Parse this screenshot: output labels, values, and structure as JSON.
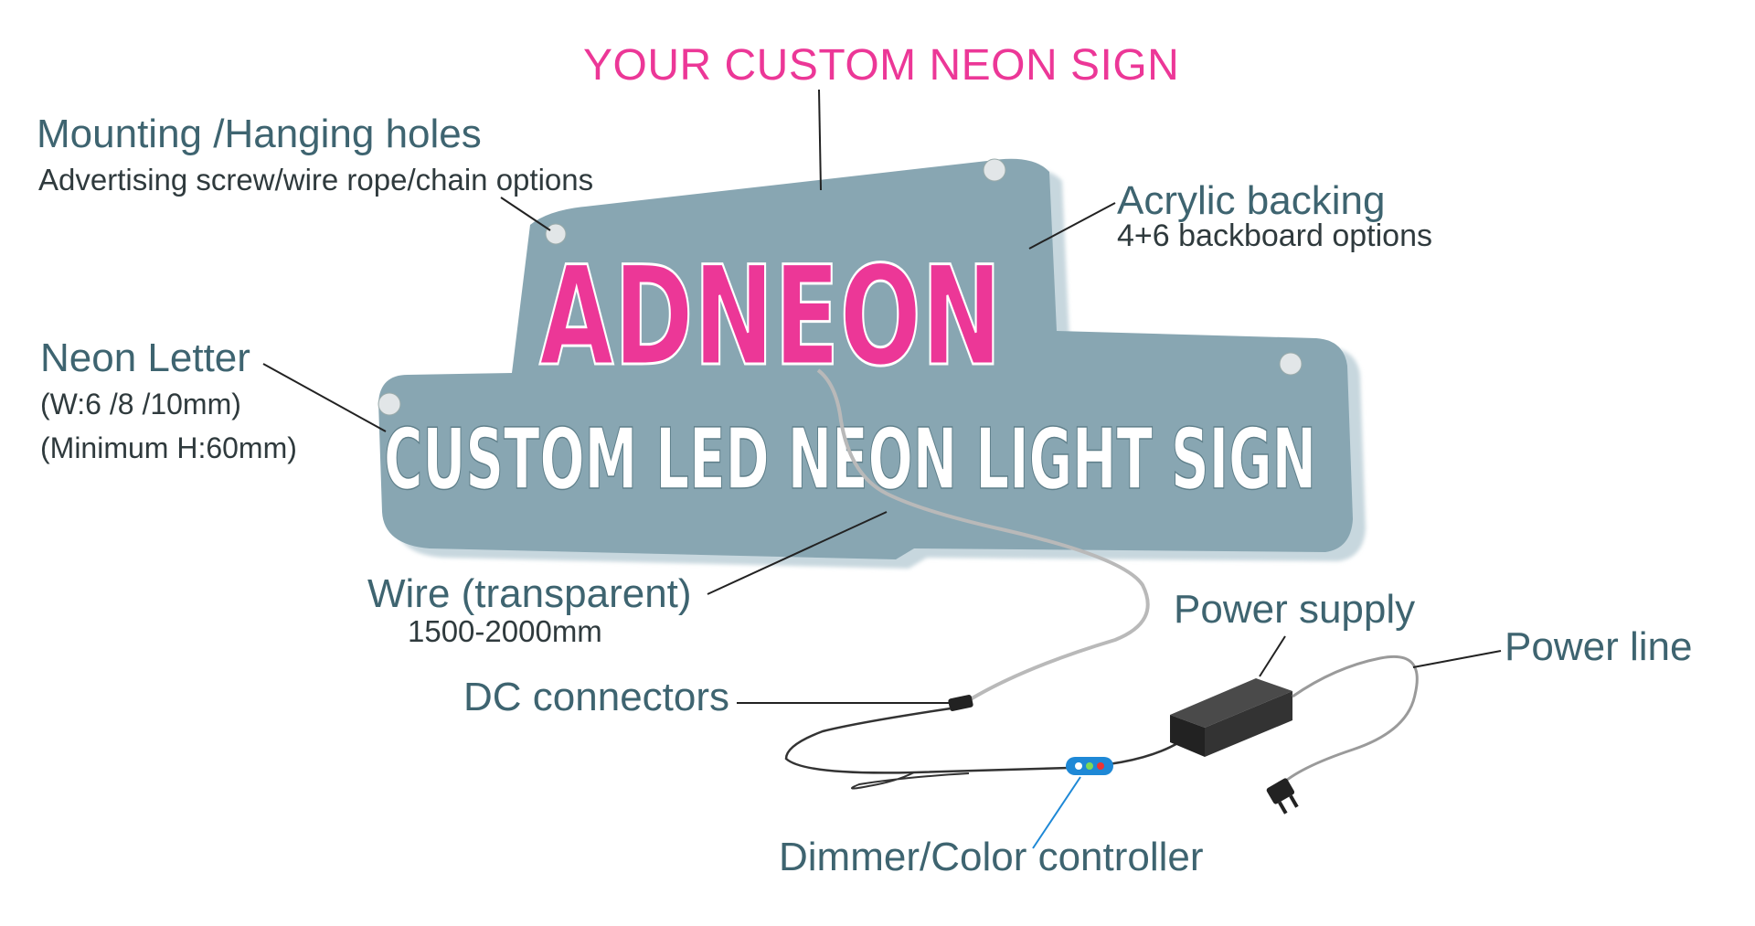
{
  "title": "YOUR CUSTOM NEON SIGN",
  "sign": {
    "main_text": "ADNEON",
    "sub_text": "CUSTOM LED NEON LIGHT SIGN"
  },
  "callouts": {
    "mounting": {
      "title": "Mounting /Hanging holes",
      "subtitle": "Advertising screw/wire rope/chain options"
    },
    "acrylic": {
      "title": "Acrylic backing",
      "subtitle": "4+6 backboard options"
    },
    "neon_letter": {
      "title": "Neon Letter",
      "line1": "(W:6 /8 /10mm)",
      "line2": "(Minimum H:60mm)"
    },
    "wire": {
      "title": "Wire (transparent)",
      "subtitle": "1500-2000mm"
    },
    "dc": {
      "title": "DC connectors"
    },
    "power_supply": {
      "title": "Power supply"
    },
    "power_line": {
      "title": "Power line"
    },
    "dimmer": {
      "title": "Dimmer/Color controller"
    }
  },
  "colors": {
    "title": "#ec3797",
    "neon_pink": "#ec3797",
    "backing": "#88a6b2",
    "backing_edge": "#c7d7de",
    "label": "#3e6470",
    "sublabel": "#2f3a3d",
    "controller": "#1e88d6"
  },
  "icons": [
    "hanging-hole-icon",
    "power-supply-icon",
    "plug-icon",
    "controller-icon"
  ]
}
